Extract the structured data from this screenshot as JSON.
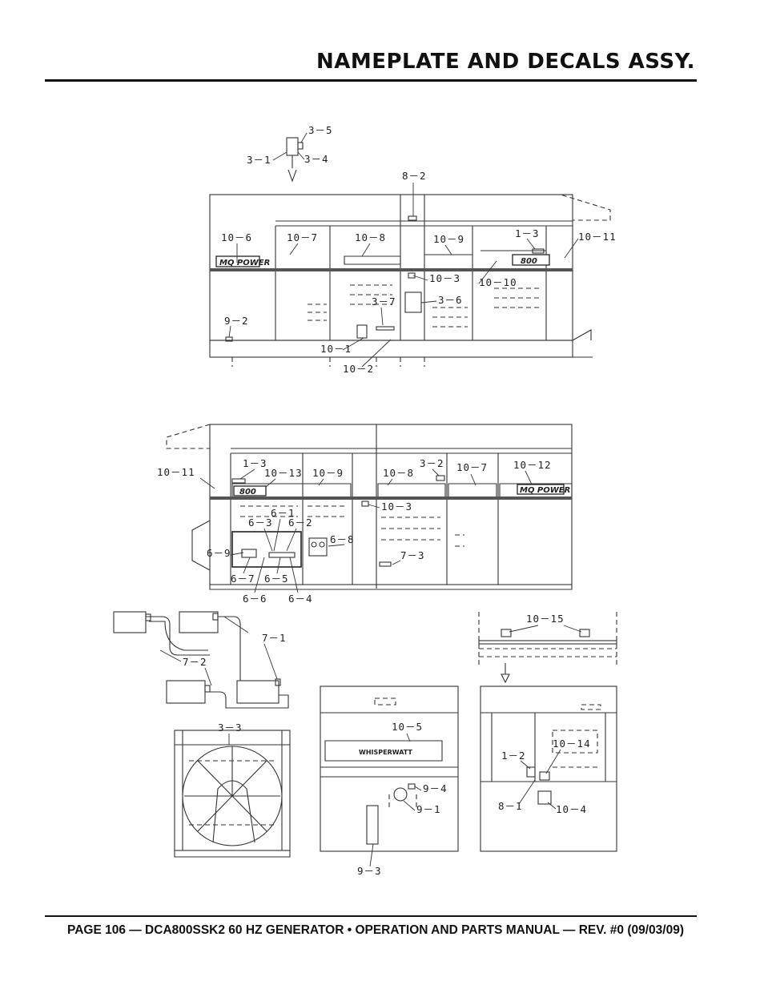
{
  "header": {
    "title": "NAMEPLATE AND DECALS ASSY."
  },
  "footer": {
    "text": "PAGE 106 — DCA800SSK2 60 HZ GENERATOR • OPERATION AND PARTS MANUAL — REV. #0 (09/03/09)"
  },
  "logos": {
    "brand": "MQ POWER",
    "model": "800",
    "whisperwatt": "WHISPERWATT"
  },
  "callouts": {
    "c3_5": "3－5",
    "c3_1": "3－1",
    "c3_4": "3－4",
    "c8_2": "8－2",
    "c10_6": "10－6",
    "c10_7": "10－7",
    "c10_8": "10－8",
    "c10_9": "10－9",
    "c1_3": "1－3",
    "c10_11": "10－11",
    "c10_3": "10－3",
    "c10_10": "10－10",
    "c3_7": "3－7",
    "c3_6": "3－6",
    "c9_2": "9－2",
    "c10_1": "10－1",
    "c10_2": "10－2",
    "r10_11": "10－11",
    "r1_3": "1－3",
    "r10_13": "10－13",
    "r10_9": "10－9",
    "r3_2": "3－2",
    "r10_8": "10－8",
    "r10_7": "10－7",
    "r10_12": "10－12",
    "r6_1": "6－1",
    "r6_3": "6－3",
    "r6_2": "6－2",
    "r10_3": "10－3",
    "r6_8": "6－8",
    "r6_9": "6－9",
    "r7_3": "7－3",
    "r6_7": "6－7",
    "r6_5": "6－5",
    "r6_6": "6－6",
    "r6_4": "6－4",
    "d7_1": "7－1",
    "d7_2": "7－2",
    "d10_15": "10－15",
    "f3_3": "3－3",
    "e10_5": "10－5",
    "e9_4": "9－4",
    "e9_1": "9－1",
    "e9_3": "9－3",
    "g1_2": "1－2",
    "g10_14": "10－14",
    "g8_1": "8－1",
    "g10_4": "10－4"
  }
}
